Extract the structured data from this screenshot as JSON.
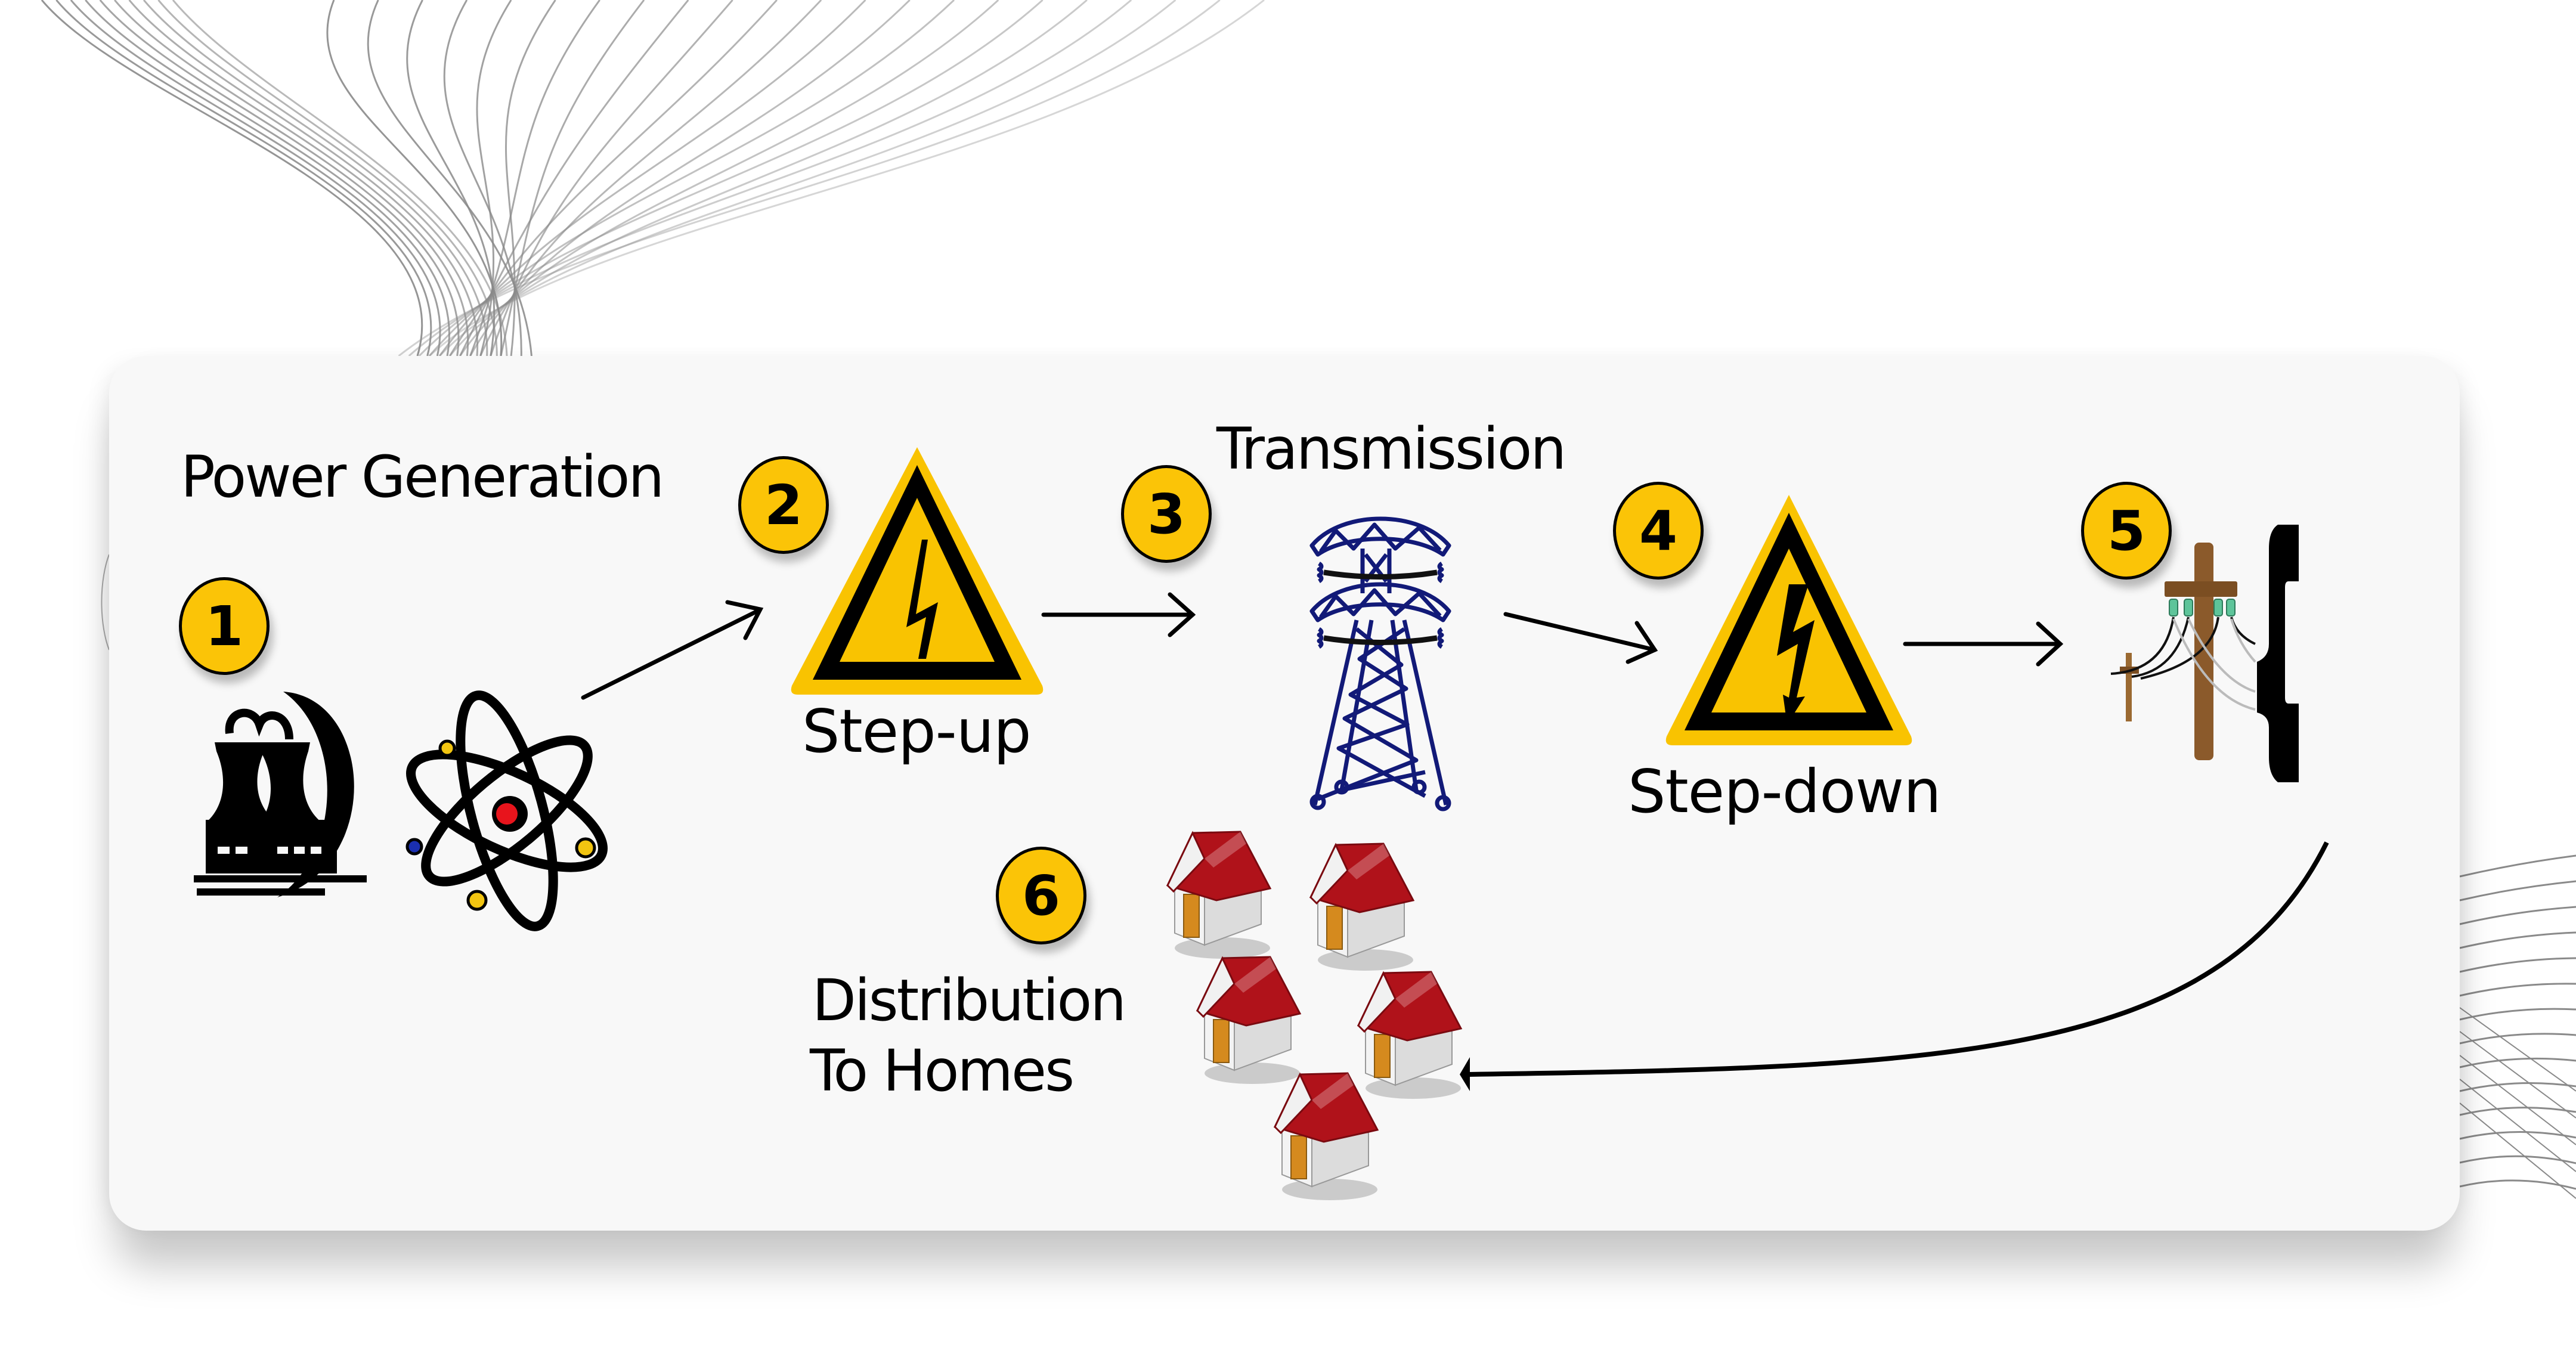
{
  "diagram": {
    "title": "Electricity supply chain",
    "colors": {
      "badge_fill": "#fbc407",
      "warning_yellow": "#f9c301",
      "tower_blue": "#121a78",
      "roof_red": "#b0121a",
      "door_orange": "#d58a1e",
      "pole_brown": "#8b5a2b",
      "insulator_green": "#5ec49a",
      "card_background": "#f8f8f8"
    },
    "steps": [
      {
        "number": "1",
        "label": "Power Generation",
        "icon": "nuclear-power-plant-icon"
      },
      {
        "number": "2",
        "label": "Step-up",
        "icon": "high-voltage-warning-icon"
      },
      {
        "number": "3",
        "label": "Transmission",
        "icon": "transmission-tower-icon"
      },
      {
        "number": "4",
        "label": "Step-down",
        "icon": "high-voltage-warning-icon"
      },
      {
        "number": "5",
        "label": "",
        "icon": "utility-pole-icon"
      },
      {
        "number": "6",
        "label_line1": "Distribution",
        "label_line2": "To Homes",
        "icon": "houses-icon"
      }
    ],
    "flow": [
      "1 → 2",
      "2 → 3",
      "3 → 4",
      "4 → 5",
      "5 → 6"
    ],
    "house_count": 5
  }
}
